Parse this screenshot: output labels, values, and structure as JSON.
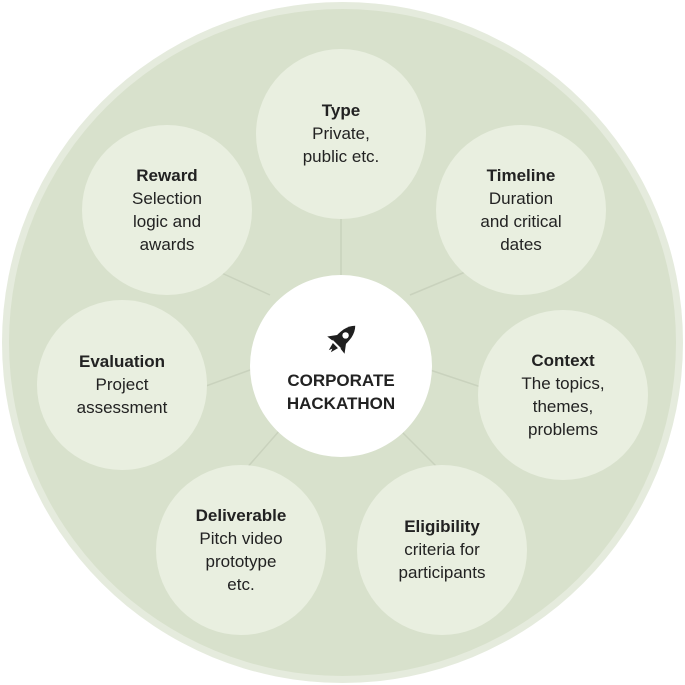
{
  "center": {
    "line1": "CORPORATE",
    "line2": "HACKATHON",
    "icon": "rocket-icon"
  },
  "nodes": [
    {
      "title": "Type",
      "lines": [
        "Private,",
        "public etc."
      ]
    },
    {
      "title": "Timeline",
      "lines": [
        "Duration",
        "and critical",
        "dates"
      ]
    },
    {
      "title": "Context",
      "lines": [
        "The topics,",
        "themes,",
        "problems"
      ]
    },
    {
      "title": "Eligibility",
      "lines": [
        "criteria for",
        "participants"
      ]
    },
    {
      "title": "Deliverable",
      "lines": [
        "Pitch video",
        "prototype",
        "etc."
      ]
    },
    {
      "title": "Evaluation",
      "lines": [
        "Project",
        "assessment"
      ]
    },
    {
      "title": "Reward",
      "lines": [
        "Selection",
        "logic and",
        "awards"
      ]
    }
  ],
  "colors": {
    "outer_ring": "#e5ebdd",
    "outer_disc": "#d8e1cc",
    "node_fill": "#e9efe0",
    "center_fill": "#ffffff",
    "text": "#222222"
  }
}
